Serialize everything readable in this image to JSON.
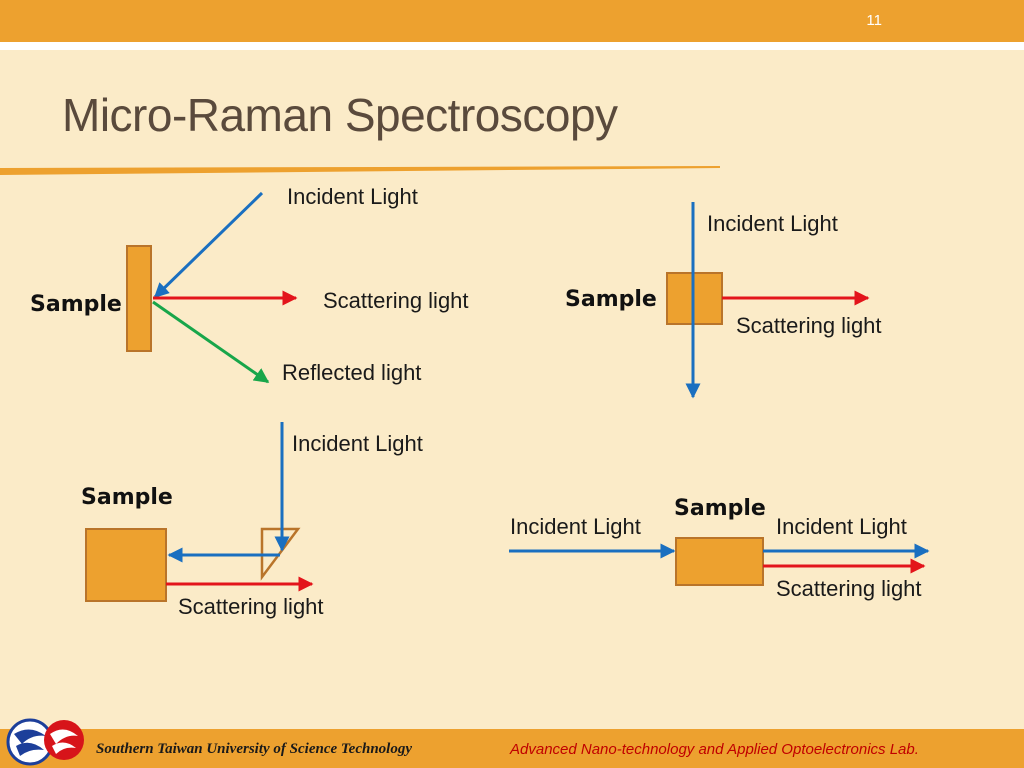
{
  "slide": {
    "number": "11",
    "title": "Micro-Raman Spectroscopy"
  },
  "diagrams": {
    "d1": {
      "sample": "Sample",
      "incident": "Incident Light",
      "scattering": "Scattering light",
      "reflected": "Reflected light"
    },
    "d2": {
      "sample": "Sample",
      "incident": "Incident Light",
      "scattering": "Scattering light"
    },
    "d3": {
      "sample": "Sample",
      "incident": "Incident Light",
      "scattering": "Scattering light"
    },
    "d4": {
      "sample": "Sample",
      "incident_in": "Incident Light",
      "incident_out": "Incident Light",
      "scattering": "Scattering light"
    }
  },
  "footer": {
    "left": "Southern Taiwan University of Science Technology",
    "right": "Advanced Nano-technology and Applied Optoelectronics Lab."
  },
  "colors": {
    "accent": "#eda12f",
    "background": "#fbebc8",
    "sample_fill": "#eda12f",
    "sample_stroke": "#b9742a",
    "incident": "#1a6fc0",
    "scattering": "#e3141b",
    "reflected": "#18a64a",
    "footer_right": "#c00000"
  },
  "icons": {
    "logo": "university-logo"
  }
}
